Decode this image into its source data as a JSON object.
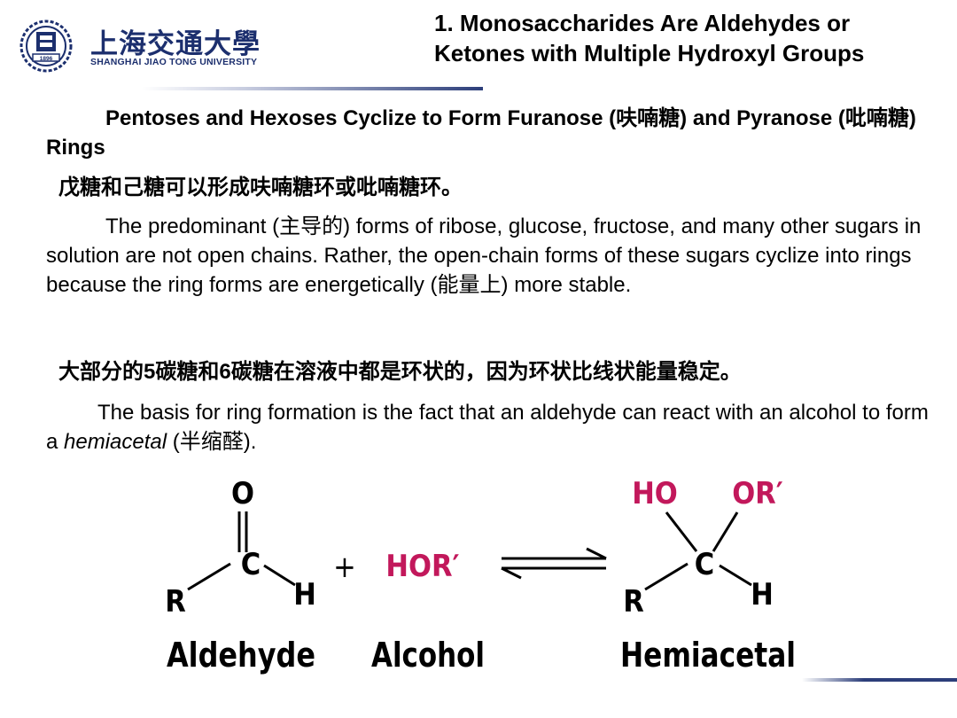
{
  "header": {
    "logo_cn": "上海交通大學",
    "logo_en": "SHANGHAI JIAO TONG UNIVERSITY",
    "seal_year": "1896",
    "title_line1": "1. Monosaccharides Are Aldehydes or",
    "title_line2": "Ketones with Multiple Hydroxyl Groups"
  },
  "body": {
    "subheading_en": "Pentoses and Hexoses Cyclize to Form Furanose (呋喃糖) and Pyranose (吡喃糖) Rings",
    "subheading_cn": "戊糖和己糖可以形成呋喃糖环或吡喃糖环。",
    "para1_en": "The predominant (主导的) forms of ribose, glucose, fructose, and many other sugars in solution are not open chains. Rather, the open-chain forms of these sugars cyclize into rings because the ring forms are energetically (能量上) more stable.",
    "para1_cn": "大部分的5碳糖和6碳糖在溶液中都是环状的，因为环状比线状能量稳定。",
    "para2_before": "The basis for ring formation is the fact that an aldehyde can react with an alcohol to form a ",
    "para2_term": "hemiacetal",
    "para2_after": " (半缩醛)."
  },
  "diagram": {
    "aldehyde": {
      "top": "O",
      "center": "C",
      "left": "R",
      "right": "H",
      "caption": "Aldehyde"
    },
    "plus": "+",
    "alcohol": {
      "formula": "HOR′",
      "caption": "Alcohol"
    },
    "hemiacetal": {
      "upper_left": "HO",
      "upper_right": "OR′",
      "center": "C",
      "left": "R",
      "right": "H",
      "caption": "Hemiacetal"
    },
    "colors": {
      "magenta": "#c2185b",
      "navy": "#2c3e7a"
    }
  }
}
